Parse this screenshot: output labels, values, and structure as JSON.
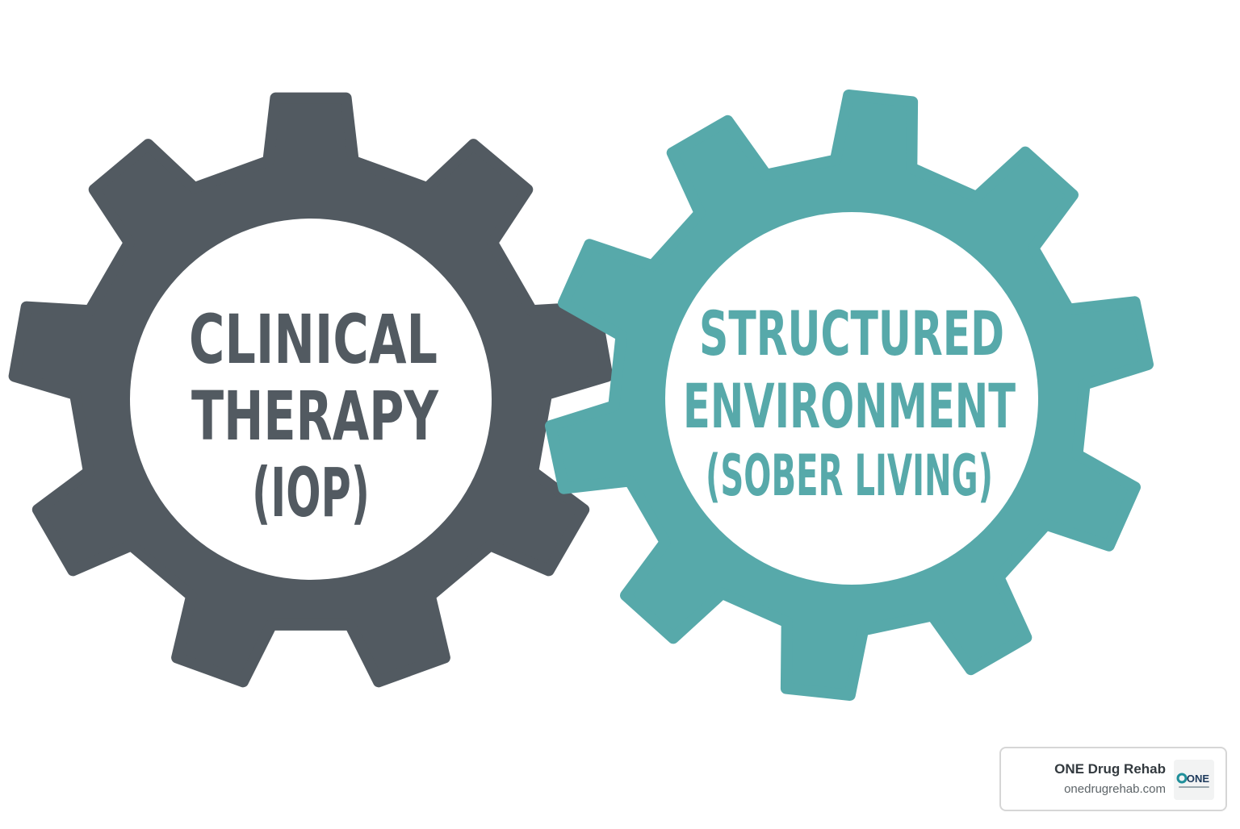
{
  "gears": [
    {
      "id": "clinical-therapy",
      "color": "#525a61",
      "lines": [
        "CLINICAL",
        "THERAPY",
        "(IOP)"
      ]
    },
    {
      "id": "structured-environment",
      "color": "#57a9aa",
      "lines": [
        "STRUCTURED",
        "ENVIRONMENT",
        "(SOBER LIVING)"
      ]
    }
  ],
  "brand": {
    "name": "ONE Drug Rehab",
    "url": "onedrugrehab.com",
    "logo_text": "ONE",
    "logo_color": "#1f8f9a",
    "logo_text_color": "#1e3a5c"
  }
}
